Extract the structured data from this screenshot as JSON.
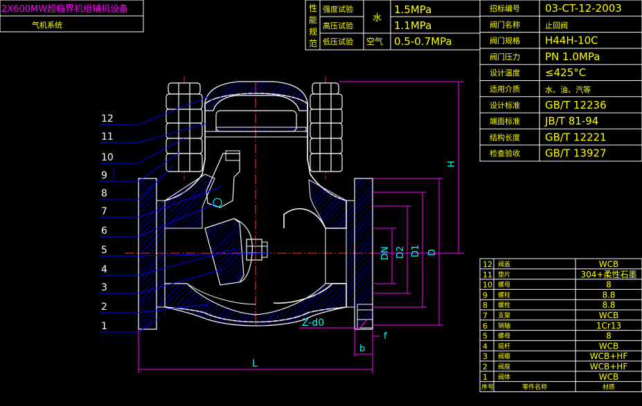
{
  "title_block": {
    "project_line1": "2X600MW超临界机组辅机设备",
    "project_line2": "气机系统"
  },
  "performance": {
    "side_label": [
      "性",
      "能",
      "规",
      "范"
    ],
    "rows": [
      {
        "name": "强度试验",
        "medium": "",
        "value": "1.5MPa"
      },
      {
        "name": "高压试验",
        "medium": "",
        "value": "1.1MPa"
      },
      {
        "name": "低压试验",
        "medium": "空气",
        "value": "0.5-0.7MPa"
      }
    ],
    "water_label": "水"
  },
  "spec_table": [
    {
      "label": "招标编号",
      "value": "03-CT-12-2003"
    },
    {
      "label": "阀门名称",
      "value": "止回阀"
    },
    {
      "label": "阀门规格",
      "value": "H44H-10C"
    },
    {
      "label": "阀门压力",
      "value": "PN 1.0MPa"
    },
    {
      "label": "设计温度",
      "value": "≤425°C"
    },
    {
      "label": "适用介质",
      "value": "水、油、汽等"
    },
    {
      "label": "设计标准",
      "value": "GB/T 12236"
    },
    {
      "label": "端面标准",
      "value": "JB/T 81-94"
    },
    {
      "label": "结构长度",
      "value": "GB/T 12221"
    },
    {
      "label": "检查验收",
      "value": "GB/T 13927"
    }
  ],
  "callouts": [
    "12",
    "11",
    "10",
    "9",
    "8",
    "7",
    "6",
    "5",
    "4",
    "3",
    "2",
    "1"
  ],
  "dimensions": {
    "H": "H",
    "D": "D",
    "D1": "D1",
    "D2": "D2",
    "DN": "DN",
    "L": "L",
    "b": "b",
    "f": "f",
    "bolt": "Z-d0"
  },
  "parts": [
    {
      "no": "12",
      "name": "阀盖",
      "material": "WCB"
    },
    {
      "no": "11",
      "name": "垫片",
      "material": "304+柔性石墨"
    },
    {
      "no": "10",
      "name": "螺母",
      "material": "8"
    },
    {
      "no": "9",
      "name": "螺柱",
      "material": "8.8"
    },
    {
      "no": "8",
      "name": "螺栓",
      "material": "8.8"
    },
    {
      "no": "7",
      "name": "支架",
      "material": "WCB"
    },
    {
      "no": "6",
      "name": "销轴",
      "material": "1Cr13"
    },
    {
      "no": "5",
      "name": "螺母",
      "material": "8"
    },
    {
      "no": "4",
      "name": "摇杆",
      "material": "WCB"
    },
    {
      "no": "3",
      "name": "阀瓣",
      "material": "WCB+HF"
    },
    {
      "no": "2",
      "name": "阀座",
      "material": "WCB+HF"
    },
    {
      "no": "1",
      "name": "阀体",
      "material": "WCB"
    }
  ],
  "parts_header": {
    "no": "序号",
    "name": "零件名称",
    "material": "材质"
  },
  "colors": {
    "frame": "#ffffff",
    "leader": "#0000ff",
    "dim": "#ff00ff",
    "text_ui": "#00ffff"
  }
}
